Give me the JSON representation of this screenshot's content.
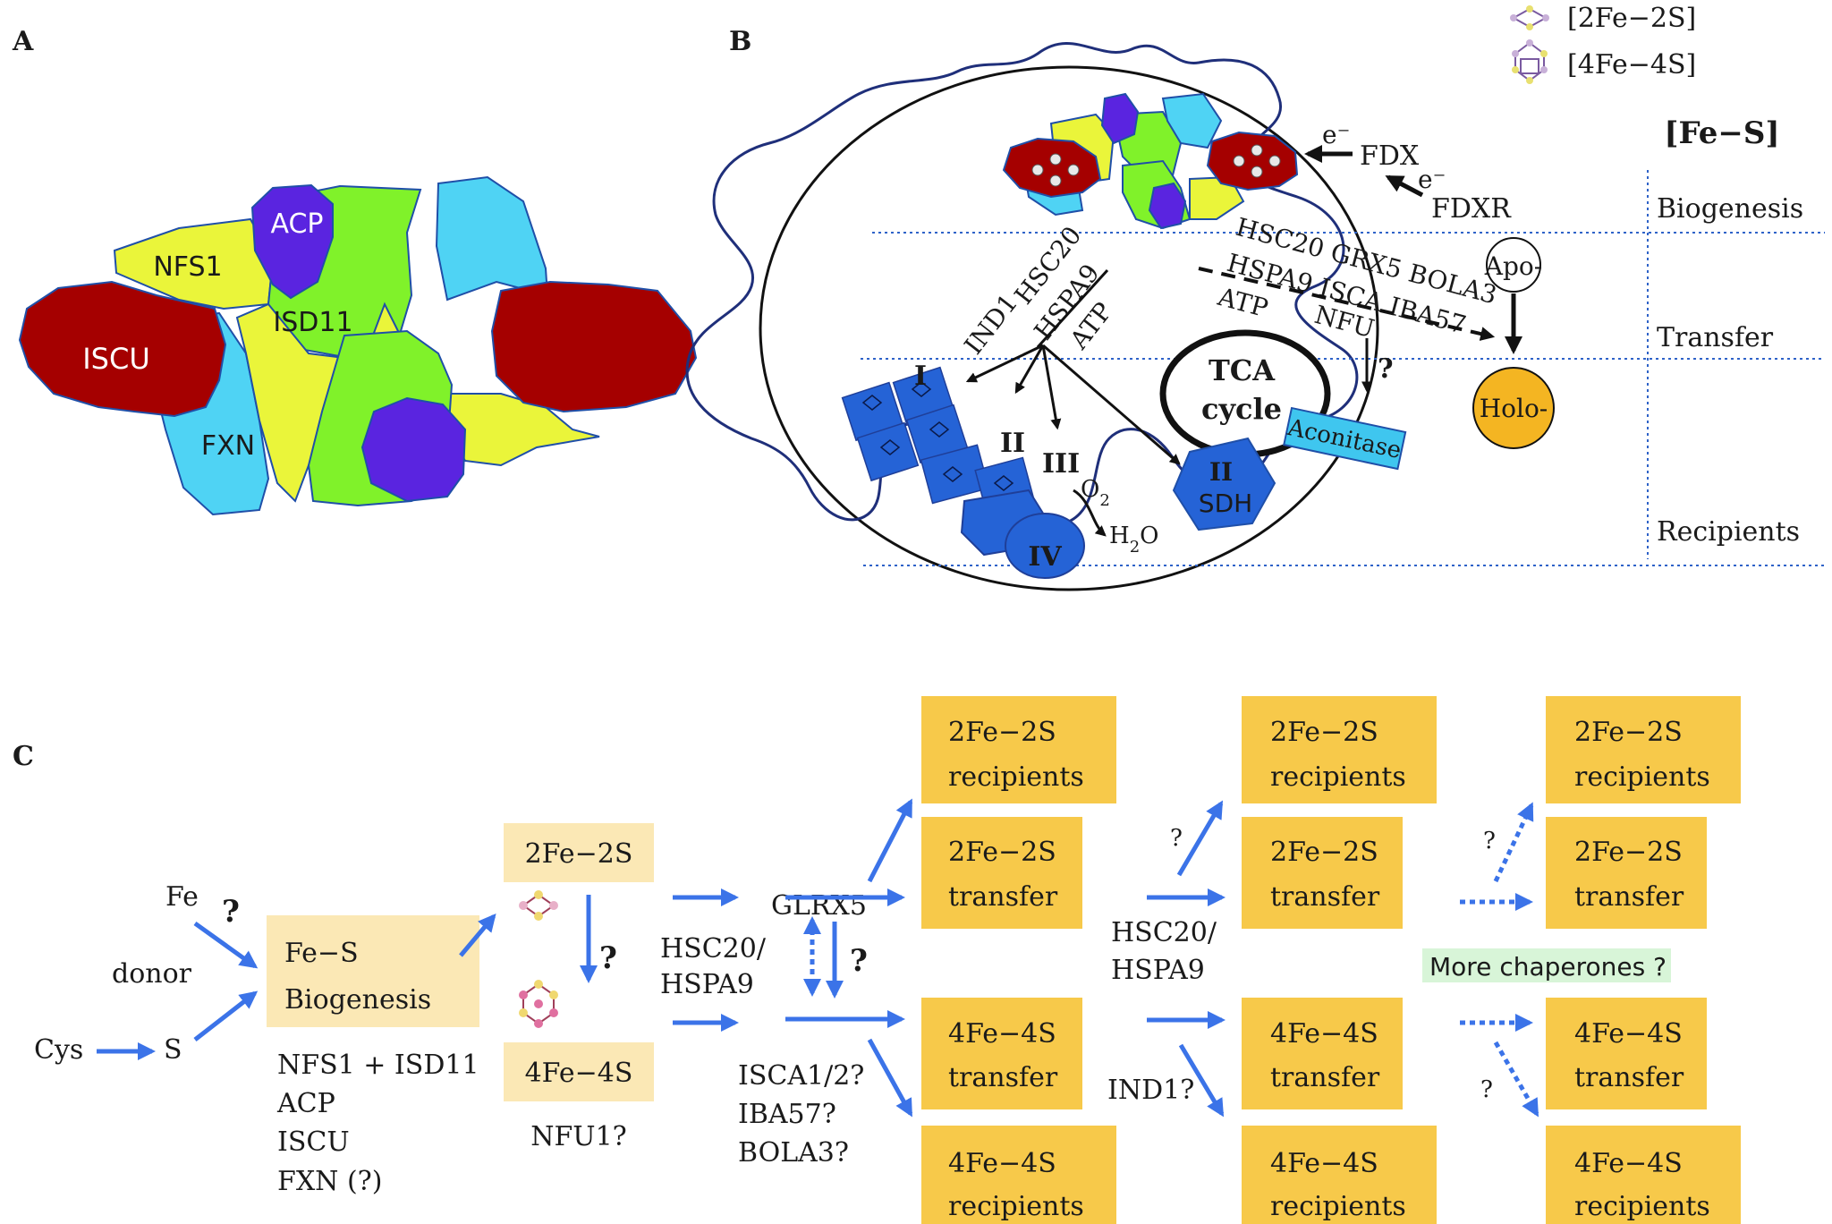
{
  "panels": {
    "a": "A",
    "b": "B",
    "c": "C"
  },
  "panel_a": {
    "iscu": "ISCU",
    "fxn": "FXN",
    "nfs1": "NFS1",
    "acp": "ACP",
    "isd11": "ISD11"
  },
  "legend": {
    "fe2s2": "[2Fe−2S]",
    "fe4s4": "[4Fe−4S]"
  },
  "panel_b": {
    "fes_title": "[Fe−S]",
    "stages": {
      "biogenesis": "Biogenesis",
      "transfer": "Transfer",
      "recipients": "Recipients"
    },
    "electron": "e⁻",
    "fdx": "FDX",
    "fdxr": "FDXR",
    "hsc20": "HSC20",
    "ind1": "IND1",
    "hspa9": "HSPA9",
    "atp": "ATP",
    "transfer_line1": "HSC20 GRX5 BOLA3",
    "transfer_line2": "HSPA9 ISCA IBA57",
    "atp2": "ATP",
    "nfu": "NFU",
    "apo": "Apo-",
    "holo": "Holo-",
    "tca1": "TCA",
    "tca2": "cycle",
    "aconitase": "Aconitase",
    "question": "?",
    "complex_i": "I",
    "complex_ii": "II",
    "complex_iii": "III",
    "complex_iv": "IV",
    "sdh_num": "II",
    "sdh": "SDH",
    "o2_main": "O",
    "o2_sub": "2",
    "h2o_h": "H",
    "h2o_sub": "2",
    "h2o_o": "O"
  },
  "panel_c": {
    "fe": "Fe",
    "donor": "donor",
    "cys": "Cys",
    "s": "S",
    "q": "?",
    "biogenesis_line1": "Fe−S",
    "biogenesis_line2": "Biogenesis",
    "components": [
      "NFS1 + ISD11",
      "ACP",
      "ISCU",
      "FXN (?)"
    ],
    "box_2fe2s": "2Fe−2S",
    "box_4fe4s": "4Fe−4S",
    "nfu1": "NFU1?",
    "hsc20_1": "HSC20/",
    "hspa9_1": "HSPA9",
    "glrx5": "GLRX5",
    "isca": "ISCA1/2?",
    "iba57": "IBA57?",
    "bola3": "BOLA3?",
    "hsc20_2": "HSC20/",
    "hspa9_2": "HSPA9",
    "ind1": "IND1?",
    "more_chaperones": "More chaperones ?",
    "box_2fe2s_title": "2Fe−2S",
    "box_4fe4s_title": "4Fe−4S",
    "recipients": "recipients",
    "transfer": "transfer"
  },
  "colors": {
    "iscu": "#a50000",
    "fxn": "#4fd3f4",
    "nfs1": "#eaf53a",
    "acp": "#5a24e0",
    "isd11": "#80f22a",
    "arrow_blue": "#3b73e8",
    "box_orange": "#f7c94a",
    "box_light": "#fbe8b5",
    "complex_blue": "#2563d6",
    "holo": "#f4b522",
    "aconitase": "#3fc6ef",
    "more_chaperones_bg": "#d8f5d8"
  }
}
